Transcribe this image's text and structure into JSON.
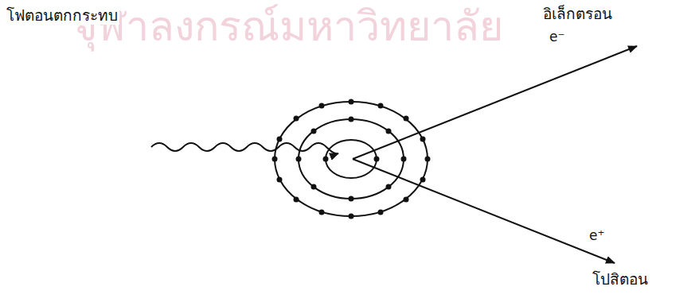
{
  "diagram": {
    "labels": [
      "จุฬาลงกรณ์มหาวิทยาลัย",
      "โฟตอนตกกระทบ",
      "อิเล็กตรอน",
      "e⁻",
      "e⁺",
      "โปสิตอน"
    ]
  }
}
